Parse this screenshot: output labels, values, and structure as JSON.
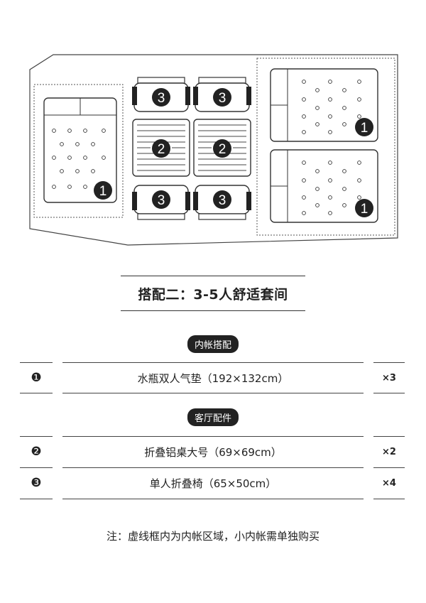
{
  "layout": {
    "items": [
      {
        "id": "1",
        "symbol": "1",
        "kind": "air-mattress"
      },
      {
        "id": "2",
        "symbol": "2",
        "kind": "table"
      },
      {
        "id": "3",
        "symbol": "3",
        "kind": "chair"
      }
    ]
  },
  "title": "搭配二：3-5人舒适套间",
  "sections": [
    {
      "label": "内帐搭配",
      "rows": [
        {
          "index": "❶",
          "name": "水瓶双人气垫（192×132cm）",
          "qty": "×3"
        }
      ]
    },
    {
      "label": "客厅配件",
      "rows": [
        {
          "index": "❷",
          "name": "折叠铝桌大号（69×69cm）",
          "qty": "×2"
        },
        {
          "index": "❸",
          "name": "单人折叠椅（65×50cm）",
          "qty": "×4"
        }
      ]
    }
  ],
  "note": "注：虚线框内为内帐区域，小内帐需单独购买"
}
